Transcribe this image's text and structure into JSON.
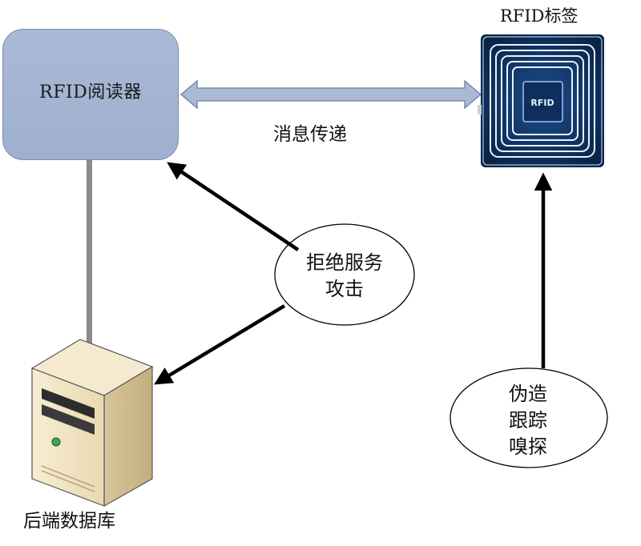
{
  "reader": {
    "label": "RFID阅读器"
  },
  "tag": {
    "title": "RFID标签",
    "chip_text": "RFID"
  },
  "message": {
    "label": "消息传递"
  },
  "dos_attack": {
    "lines": [
      "拒绝服务",
      "攻击"
    ]
  },
  "tag_attacks": {
    "lines": [
      "伪造",
      "跟踪",
      "嗅探"
    ]
  },
  "database": {
    "label": "后端数据库"
  },
  "colors": {
    "reader_fill": "#a3b3d1",
    "arrow_fill": "#a9b9d6",
    "tag_background": "#0c2c5a",
    "connector": "#8a8a8a",
    "server_body": "#f3e6c6"
  }
}
